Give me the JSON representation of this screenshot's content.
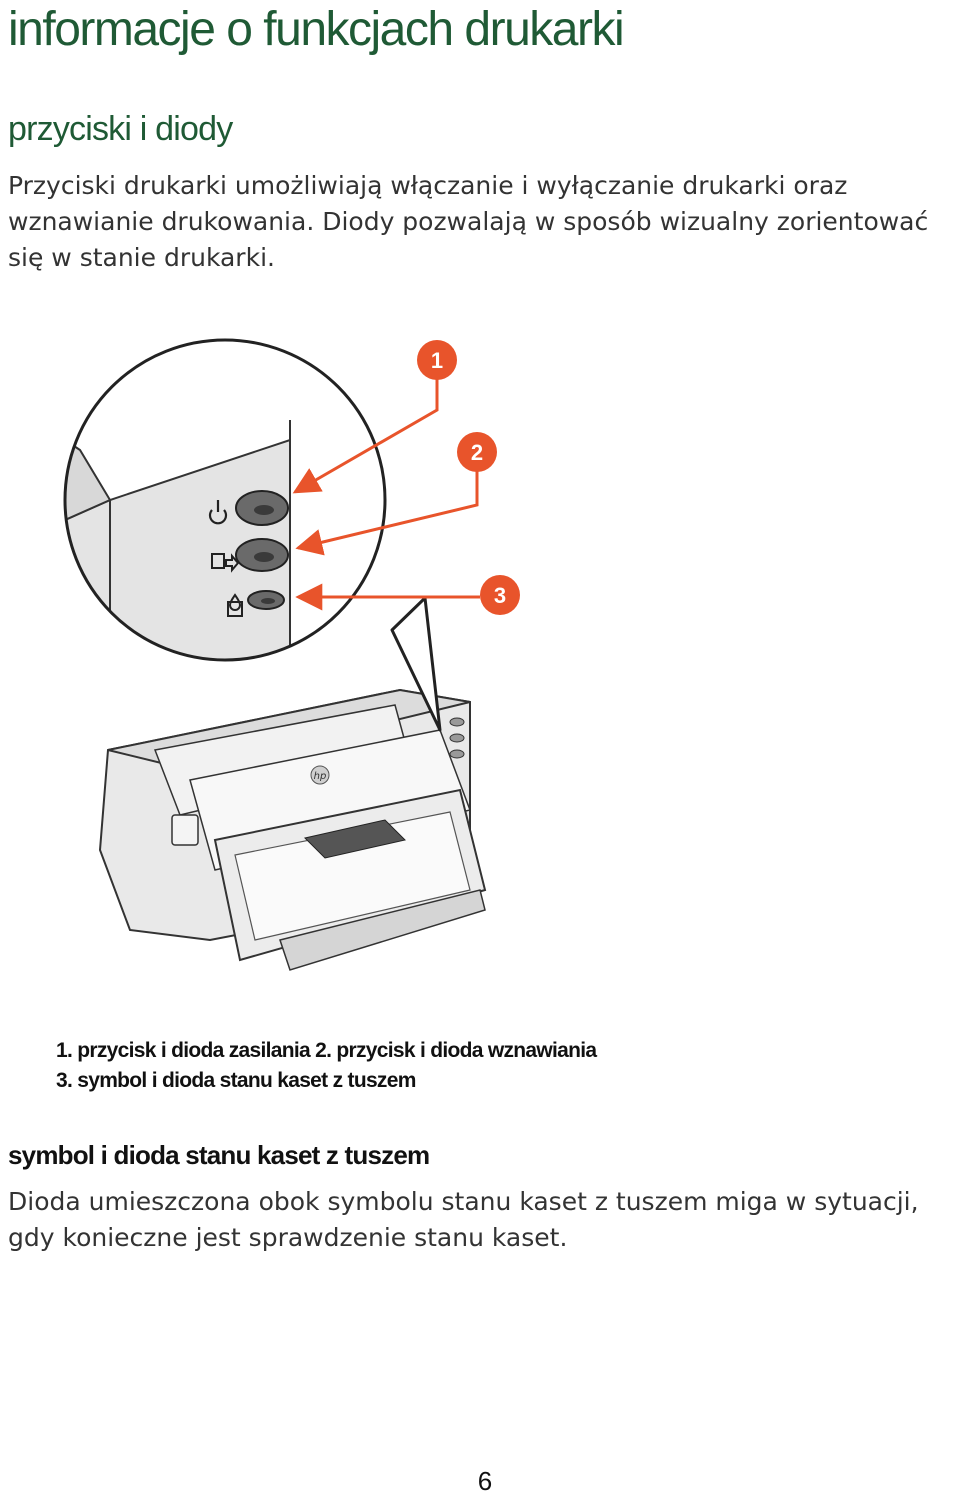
{
  "header": {
    "title": "informacje o funkcjach drukarki"
  },
  "section1": {
    "title": "przyciski i diody",
    "body": "Przyciski drukarki umożliwiają włączanie i wyłączanie drukarki oraz wznawianie drukowania. Diody pozwalają w sposób wizualny zorientować się w stanie drukarki."
  },
  "figure": {
    "callouts": [
      "1",
      "2",
      "3"
    ],
    "accent_color": "#e8542b",
    "icons": [
      "power-icon",
      "resume-icon",
      "ink-cartridge-icon",
      "hp-logo"
    ],
    "caption_line1": "1. przycisk i dioda zasilania 2. przycisk i dioda wznawiania",
    "caption_line2": "3. symbol i dioda stanu kaset z tuszem"
  },
  "section2": {
    "title": "symbol i dioda stanu kaset z tuszem",
    "body": "Dioda umieszczona obok symbolu stanu kaset z tuszem miga w sytuacji, gdy konieczne jest sprawdzenie stanu kaset."
  },
  "footer": {
    "page_number": "6"
  }
}
